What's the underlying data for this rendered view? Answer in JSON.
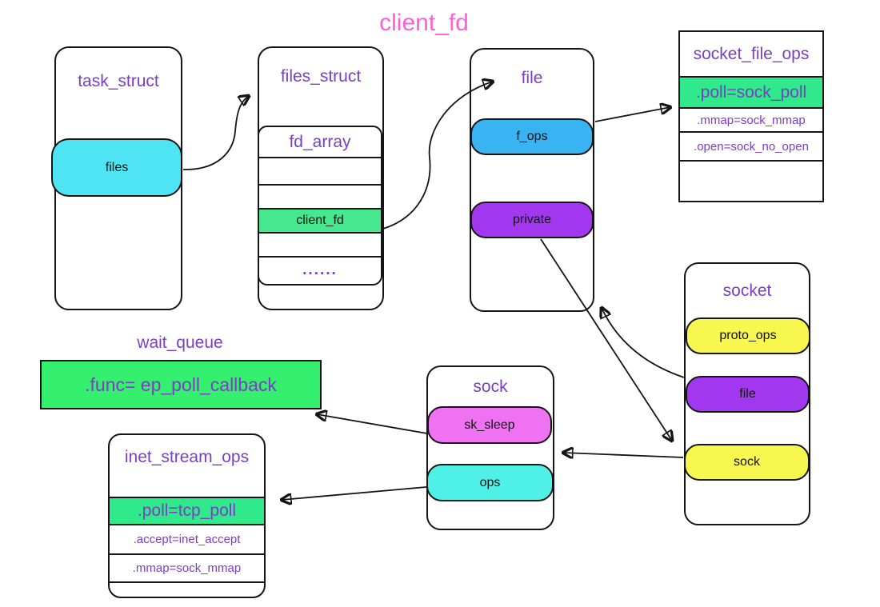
{
  "diagram": {
    "title": "client_fd",
    "task_struct": {
      "title": "task_struct",
      "files": "files"
    },
    "files_struct": {
      "title": "files_struct",
      "fd_array_title": "fd_array",
      "client_fd": "client_fd",
      "dots": "......"
    },
    "file_box": {
      "title": "file",
      "f_ops": "f_ops",
      "private": "private"
    },
    "socket_file_ops": {
      "title": "socket_file_ops",
      "poll": ".poll=sock_poll",
      "mmap": ".mmap=sock_mmap",
      "open": ".open=sock_no_open"
    },
    "socket_box": {
      "title": "socket",
      "proto_ops": "proto_ops",
      "file": "file",
      "sock": "sock"
    },
    "sock_box": {
      "title": "sock",
      "sk_sleep": "sk_sleep",
      "ops": "ops"
    },
    "wait_queue": {
      "label": "wait_queue",
      "func": ".func= ep_poll_callback"
    },
    "inet_stream_ops": {
      "title": "inet_stream_ops",
      "poll": ".poll=tcp_poll",
      "accept": ".accept=inet_accept",
      "mmap": ".mmap=sock_mmap"
    },
    "colors": {
      "title_pink": "#fb5fd9",
      "label_purple": "#7b3ec5",
      "files_cyan": "#4fe4f3",
      "ops_cyan": "#4ff1e7",
      "f_ops_blue": "#3ab3f2",
      "private_purple": "#a138f0",
      "sk_sleep_magenta": "#ee72f2",
      "yellow": "#f8f750",
      "client_fd_green": "#45e78f",
      "poll_row_green": "#2fe98a",
      "callback_green": "#34f06e"
    },
    "edges": [
      {
        "from": "task_struct.files",
        "to": "files_struct"
      },
      {
        "from": "files_struct.client_fd",
        "to": "file"
      },
      {
        "from": "file.f_ops",
        "to": "socket_file_ops.poll"
      },
      {
        "from": "file.private",
        "to": "socket.sock"
      },
      {
        "from": "socket.file",
        "to": "file"
      },
      {
        "from": "socket.sock",
        "to": "sock"
      },
      {
        "from": "sock.sk_sleep",
        "to": "wait_queue.func"
      },
      {
        "from": "sock.ops",
        "to": "inet_stream_ops.poll"
      }
    ]
  }
}
